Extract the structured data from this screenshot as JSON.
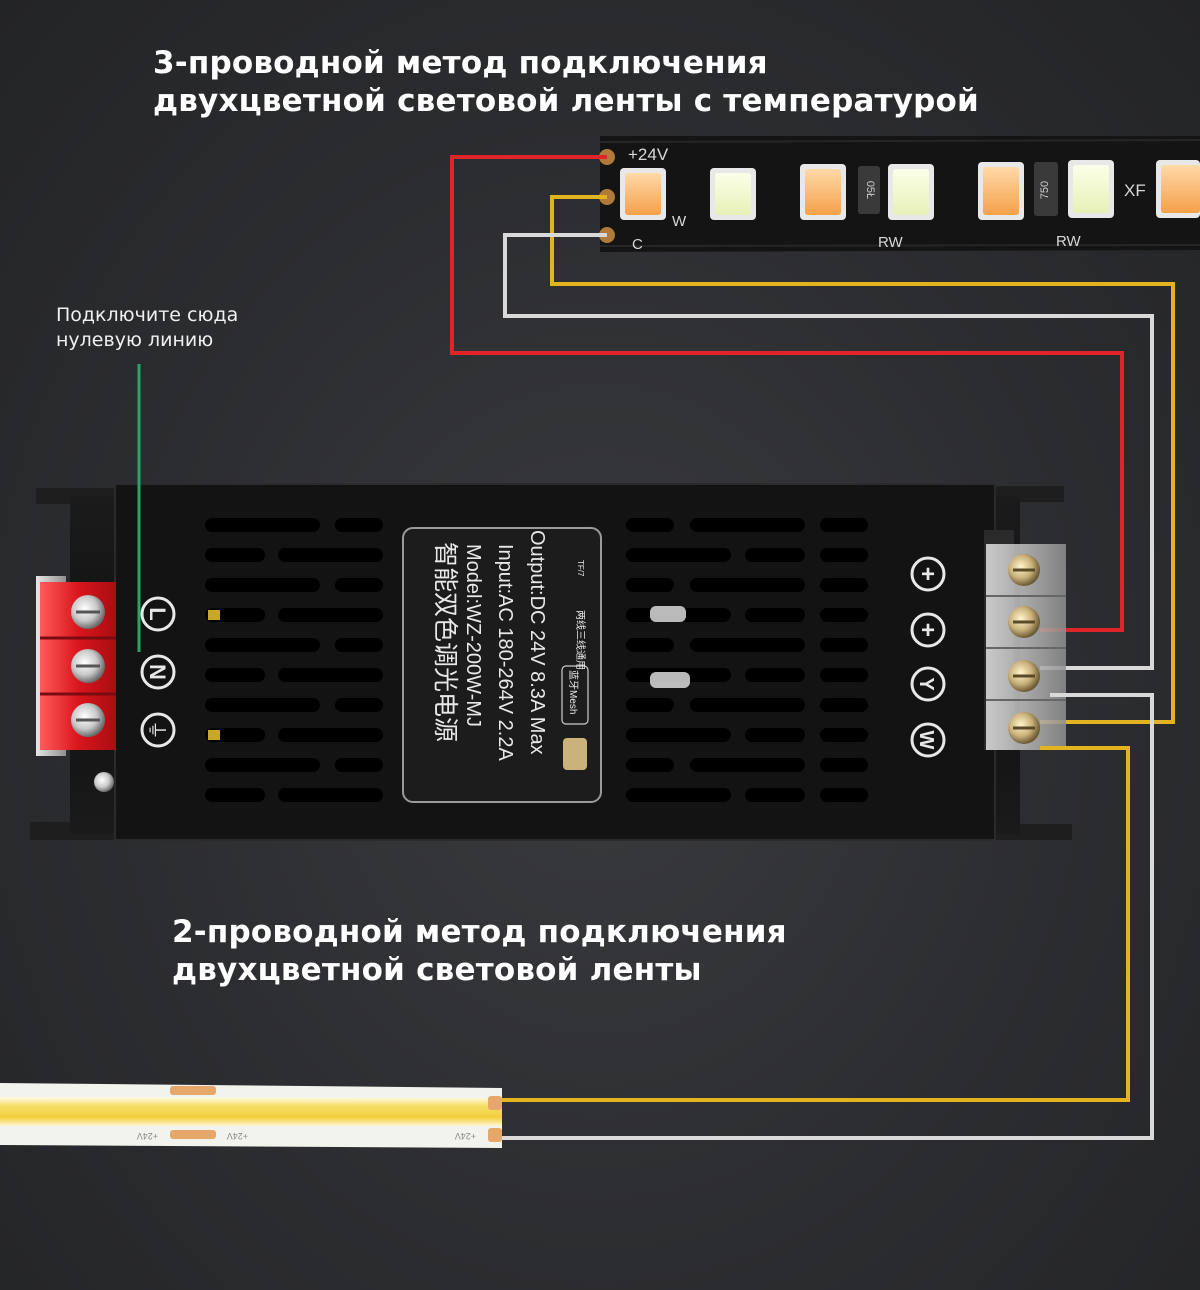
{
  "title_3wire": {
    "line1": "3-проводной метод подключения",
    "line2": "двухцветной световой ленты с температурой"
  },
  "title_2wire": {
    "line1": "2-проводной метод подключения",
    "line2": "двухцветной световой ленты"
  },
  "neutral_note": {
    "line1": "Подключите сюда",
    "line2": "нулевую линию"
  },
  "strip_3wire": {
    "pad_plus": "+24V",
    "pad_w": "W",
    "pad_c": "C",
    "resistor_1": "05Ł",
    "resistor_2": "750",
    "label_rw_1": "RW",
    "label_rw_2": "RW",
    "label_xf": "XF"
  },
  "strip_2wire": {
    "pad_label_1": "+24V",
    "pad_label_2": "+24V",
    "pad_label_3": "+24V"
  },
  "power_supply": {
    "name_cn": "智能双色调光电源",
    "model": "Model:WZ-200W-MJ",
    "input": "Input:AC 180-264V 2.2A",
    "output": "Output:DC 24V 8.3A Max",
    "badge_cn": "蓝牙Mesh",
    "badge_cn_2": "两线三线通用",
    "badge_small": "TF/7",
    "input_terminals": [
      "L",
      "N",
      "⏚"
    ],
    "output_terminals": [
      "+",
      "+",
      "Y",
      "W"
    ]
  },
  "wire_colors": {
    "red": "#e0242a",
    "yellow": "#e3b320",
    "white": "#d9d9d9",
    "green": "#22a868"
  }
}
